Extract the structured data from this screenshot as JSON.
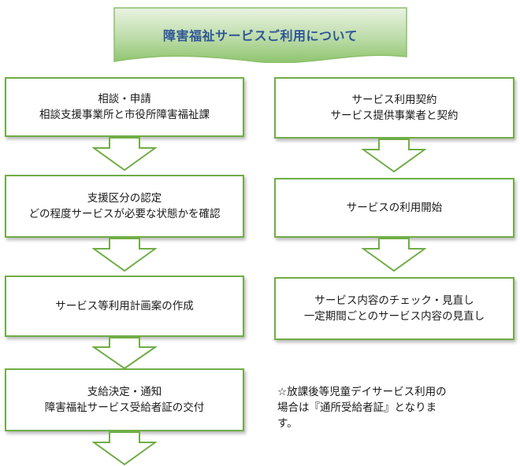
{
  "title": "障害福祉サービスご利用について",
  "left_steps": [
    {
      "lines": [
        "相談・申請",
        "相談支援事業所と市役所障害福祉課"
      ]
    },
    {
      "lines": [
        "支援区分の認定",
        "どの程度サービスが必要な状態かを確認"
      ]
    },
    {
      "lines": [
        "サービス等利用計画案の作成"
      ]
    },
    {
      "lines": [
        "支給決定・通知",
        "障害福祉サービス受給者証の交付"
      ]
    }
  ],
  "right_steps": [
    {
      "lines": [
        "サービス利用契約",
        "サービス提供事業者と契約"
      ]
    },
    {
      "lines": [
        "サービスの利用開始"
      ]
    },
    {
      "lines": [
        "サービス内容のチェック・見直し",
        "一定期間ごとのサービス内容の見直し"
      ]
    }
  ],
  "note": {
    "lines": [
      "☆放課後等児童デイサービス利用の",
      "場合は『通所受給者証』となりま",
      "す。"
    ]
  },
  "colors": {
    "box_border": "#70ad47",
    "arrow_stroke": "#70ad47",
    "banner_fill": "#a9d18e",
    "title_text": "#2f5597"
  }
}
